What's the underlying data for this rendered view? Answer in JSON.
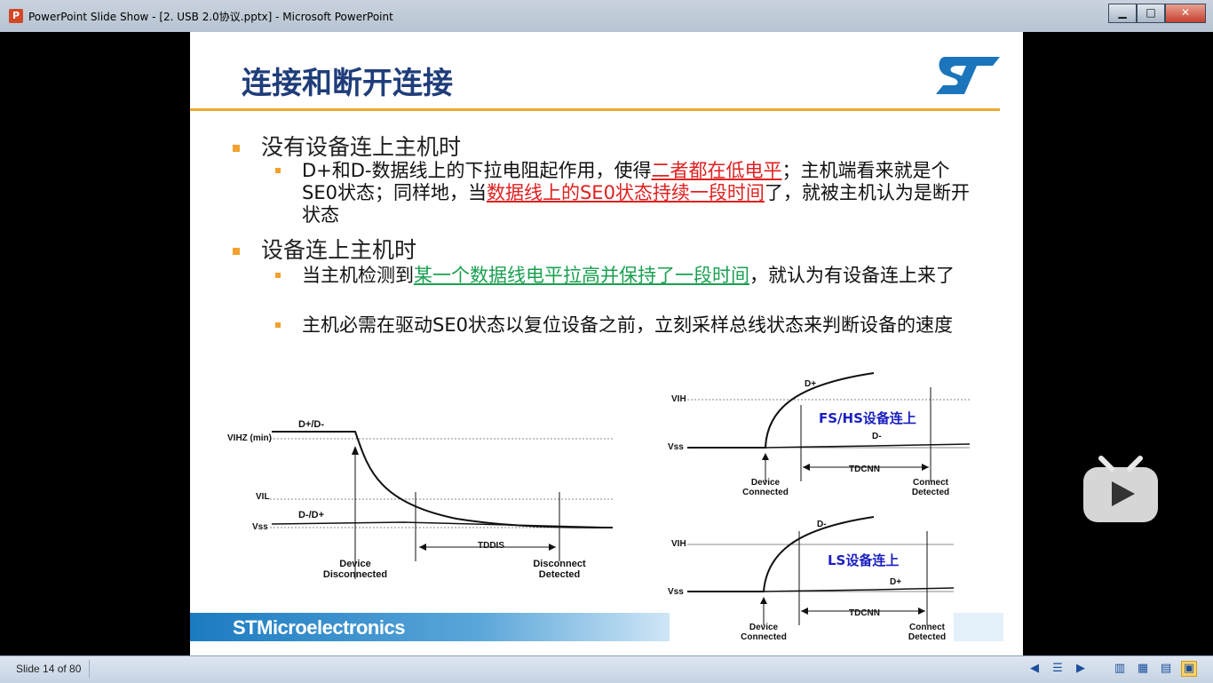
{
  "window": {
    "title": "PowerPoint Slide Show - [2. USB 2.0协议.pptx] - Microsoft PowerPoint",
    "app_icon": "P",
    "controls": [
      "minimize-icon",
      "maximize-icon",
      "close-icon"
    ]
  },
  "slide": {
    "title": "连接和断开连接",
    "bullets": [
      {
        "text": "没有设备连上主机时",
        "sub": [
          {
            "parts": [
              {
                "t": "D+和D-数据线上的下拉电阻起作用，使得",
                "style": ""
              },
              {
                "t": "二者都在低电平",
                "style": "red"
              },
              {
                "t": "；主机端看来就是个SE0状态；同样地，当",
                "style": ""
              },
              {
                "t": "数据线上的SE0状态持续一段时间",
                "style": "red"
              },
              {
                "t": "了，就被主机认为是断开状态",
                "style": ""
              }
            ]
          }
        ]
      },
      {
        "text": "设备连上主机时",
        "sub": [
          {
            "parts": [
              {
                "t": "当主机检测到",
                "style": ""
              },
              {
                "t": "某一个数据线电平拉高并保持了一段时间",
                "style": "green"
              },
              {
                "t": "，就认为有设备连上来了",
                "style": ""
              }
            ]
          },
          {
            "parts": [
              {
                "t": "主机必需在驱动SE0状态以复位设备之前，立刻采样总线状态来判断设备的速度",
                "style": ""
              }
            ]
          }
        ]
      }
    ],
    "footer": "STMicroelectronics",
    "diagrams": {
      "disconnect": {
        "vihz": "VIHZ (min)",
        "vil": "VIL",
        "vss": "Vss",
        "sig1": "D+/D-",
        "sig2": "D-/D+",
        "timing": "TDDIS",
        "left_lbl": "Device\nDisconnected",
        "right_lbl": "Disconnect\nDetected"
      },
      "fs_connect": {
        "vih": "VIH",
        "vss": "Vss",
        "sig1": "D+",
        "sig2": "D-",
        "timing": "TDCNN",
        "caption": "FS/HS设备连上",
        "left_lbl": "Device\nConnected",
        "right_lbl": "Connect\nDetected"
      },
      "ls_connect": {
        "vih": "VIH",
        "vss": "Vss",
        "sig1": "D-",
        "sig2": "D+",
        "timing": "TDCNN",
        "caption": "LS设备连上",
        "left_lbl": "Device\nConnected",
        "right_lbl": "Connect\nDetected"
      }
    }
  },
  "statusbar": {
    "slide_indicator": "Slide 14 of 80",
    "icons": [
      "prev-icon",
      "menu-icon",
      "next-icon",
      "normal-view-icon",
      "sorter-view-icon",
      "reading-view-icon",
      "slideshow-view-icon"
    ]
  },
  "colors": {
    "title": "#1f3d7a",
    "accent": "#f0a832",
    "red": "#e02020",
    "green": "#1aa050",
    "label_blue": "#1a1fc0"
  }
}
